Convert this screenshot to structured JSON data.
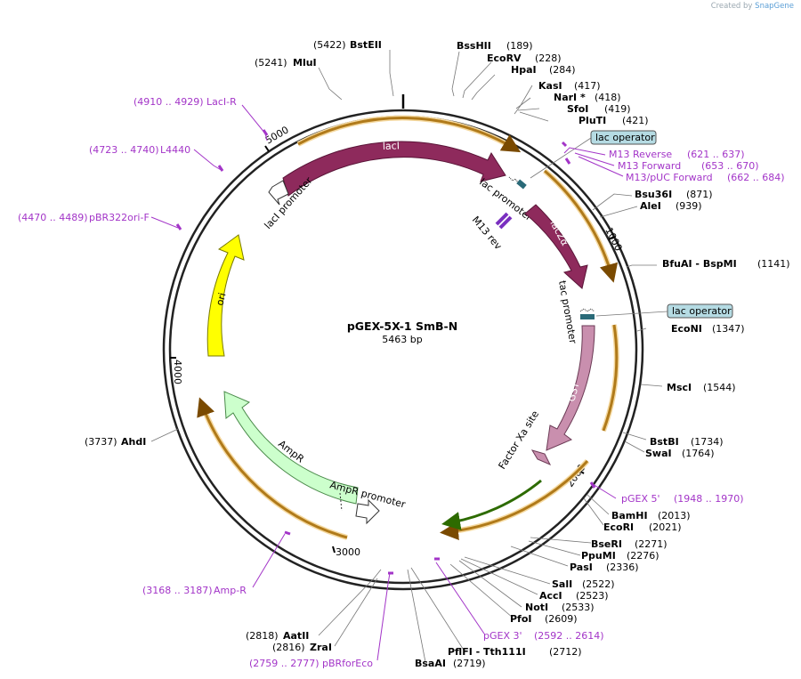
{
  "credit": {
    "prefix": "Created by",
    "brand": "SnapGene"
  },
  "plasmid": {
    "name": "pGEX-5X-1 SmB-N",
    "length": "5463 bp"
  },
  "ticks": [
    "1000",
    "2000",
    "3000",
    "4000",
    "5000"
  ],
  "features": {
    "lacI": "lacI",
    "lacI_promoter": "lacI promoter",
    "lac_promoter": "lac promoter",
    "m13rev": "M13 rev",
    "lacZa": "lacZα",
    "tac_promoter": "tac promoter",
    "GST": "GST",
    "factor_xa": "Factor Xa site",
    "ampr": "AmpR",
    "ampr_promoter": "AmpR promoter",
    "ori": "ori",
    "lac_operator_1": "lac operator",
    "lac_operator_2": "lac operator"
  },
  "enzymes": {
    "BstEII": {
      "name": "BstEII",
      "pos": "(5422)"
    },
    "MluI": {
      "name": "MluI",
      "pos": "(5241)"
    },
    "BssHII": {
      "name": "BssHII",
      "pos": "(189)"
    },
    "EcoRV": {
      "name": "EcoRV",
      "pos": "(228)"
    },
    "HpaI": {
      "name": "HpaI",
      "pos": "(284)"
    },
    "KasI": {
      "name": "KasI",
      "pos": "(417)"
    },
    "NarI": {
      "name": "NarI *",
      "pos": "(418)"
    },
    "SfoI": {
      "name": "SfoI",
      "pos": "(419)"
    },
    "PluTI": {
      "name": "PluTI",
      "pos": "(421)"
    },
    "Bsu36I": {
      "name": "Bsu36I",
      "pos": "(871)"
    },
    "AleI": {
      "name": "AleI",
      "pos": "(939)"
    },
    "BfuAI": {
      "name": "BfuAI  -  BspMI",
      "pos": "(1141)"
    },
    "EcoNI": {
      "name": "EcoNI",
      "pos": "(1347)"
    },
    "MscI": {
      "name": "MscI",
      "pos": "(1544)"
    },
    "BstBI": {
      "name": "BstBI",
      "pos": "(1734)"
    },
    "SwaI": {
      "name": "SwaI",
      "pos": "(1764)"
    },
    "BamHI": {
      "name": "BamHI",
      "pos": "(2013)"
    },
    "EcoRI": {
      "name": "EcoRI",
      "pos": "(2021)"
    },
    "BseRI": {
      "name": "BseRI",
      "pos": "(2271)"
    },
    "PpuMI": {
      "name": "PpuMI",
      "pos": "(2276)"
    },
    "PasI": {
      "name": "PasI",
      "pos": "(2336)"
    },
    "SalI": {
      "name": "SalI",
      "pos": "(2522)"
    },
    "AccI": {
      "name": "AccI",
      "pos": "(2523)"
    },
    "NotI": {
      "name": "NotI",
      "pos": "(2533)"
    },
    "PfoI": {
      "name": "PfoI",
      "pos": "(2609)"
    },
    "PflFI": {
      "name": "PflFI  -  Tth111I",
      "pos": "(2712)"
    },
    "BsaAI": {
      "name": "BsaAI",
      "pos": "(2719)"
    },
    "AatII": {
      "name": "AatII",
      "pos": "(2818)"
    },
    "ZraI": {
      "name": "ZraI",
      "pos": "(2816)"
    },
    "AhdI": {
      "name": "AhdI",
      "pos": "(3737)"
    }
  },
  "primers": {
    "LacIR": {
      "name": "LacI-R",
      "range": "(4910 .. 4929)"
    },
    "L4440": {
      "name": "L4440",
      "range": "(4723 .. 4740)"
    },
    "pBR322ori": {
      "name": "pBR322ori-F",
      "range": "(4470 .. 4489)"
    },
    "M13Rev": {
      "name": "M13 Reverse",
      "range": "(621 .. 637)"
    },
    "M13Fwd": {
      "name": "M13 Forward",
      "range": "(653 .. 670)"
    },
    "M13pUC": {
      "name": "M13/pUC Forward",
      "range": "(662 .. 684)"
    },
    "pGEX5": {
      "name": "pGEX 5'",
      "range": "(1948 .. 1970)"
    },
    "pGEX3": {
      "name": "pGEX 3'",
      "range": "(2592 .. 2614)"
    },
    "AmpR": {
      "name": "Amp-R",
      "range": "(3168 .. 3187)"
    },
    "pBRforEco": {
      "name": "pBRforEco",
      "range": "(2759 .. 2777)"
    }
  },
  "colors": {
    "lacI": "#8e2a5c",
    "lacZa": "#8e2a5c",
    "gst": "#c98fae",
    "ori": "#ffff00",
    "ampr": "#ccffcc",
    "orf": "#e8a33c",
    "primer": "#a335c8",
    "operator": "#b5dbe3"
  }
}
